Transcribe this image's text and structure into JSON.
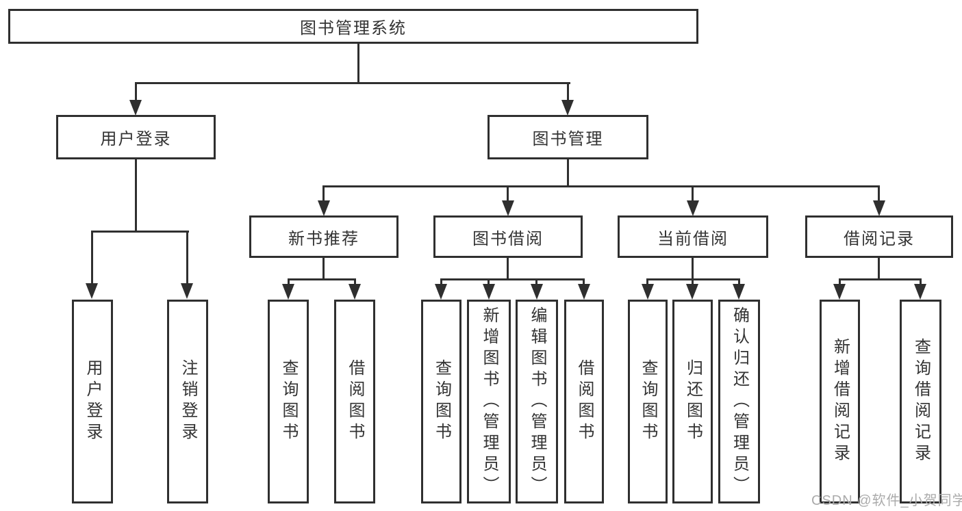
{
  "diagram": {
    "root": {
      "label": "图书管理系统"
    },
    "branches": [
      {
        "label": "用户登录",
        "children": [
          {
            "label": "用户登录"
          },
          {
            "label": "注销登录"
          }
        ]
      },
      {
        "label": "图书管理",
        "children": [
          {
            "label": "新书推荐",
            "children": [
              {
                "label": "查询图书"
              },
              {
                "label": "借阅图书"
              }
            ]
          },
          {
            "label": "图书借阅",
            "children": [
              {
                "label": "查询图书"
              },
              {
                "label": "新增图书（管理员）"
              },
              {
                "label": "编辑图书（管理员）"
              },
              {
                "label": "借阅图书"
              }
            ]
          },
          {
            "label": "当前借阅",
            "children": [
              {
                "label": "查询图书"
              },
              {
                "label": "归还图书"
              },
              {
                "label": "确认归还（管理员）"
              }
            ]
          },
          {
            "label": "借阅记录",
            "children": [
              {
                "label": "新增借阅记录"
              },
              {
                "label": "查询借阅记录"
              }
            ]
          }
        ]
      }
    ]
  },
  "watermark": {
    "text": "CSDN @软件_小贺同学"
  },
  "colors": {
    "line": "#2f2f2f",
    "text": "#333333",
    "watermark": "#ababab",
    "background": "#ffffff"
  }
}
